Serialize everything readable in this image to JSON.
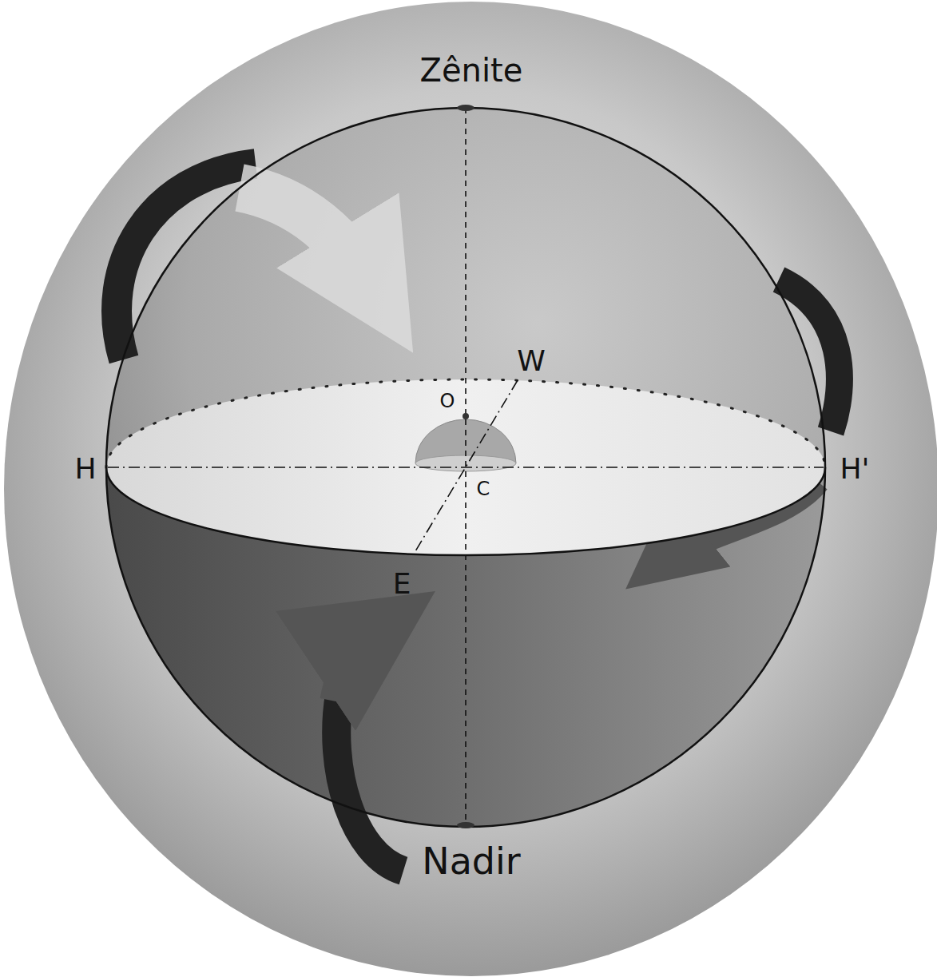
{
  "diagram": {
    "labels": [
      "Zênite",
      "W",
      "O",
      "H",
      "H'",
      "C",
      "E",
      "Nadir"
    ]
  }
}
